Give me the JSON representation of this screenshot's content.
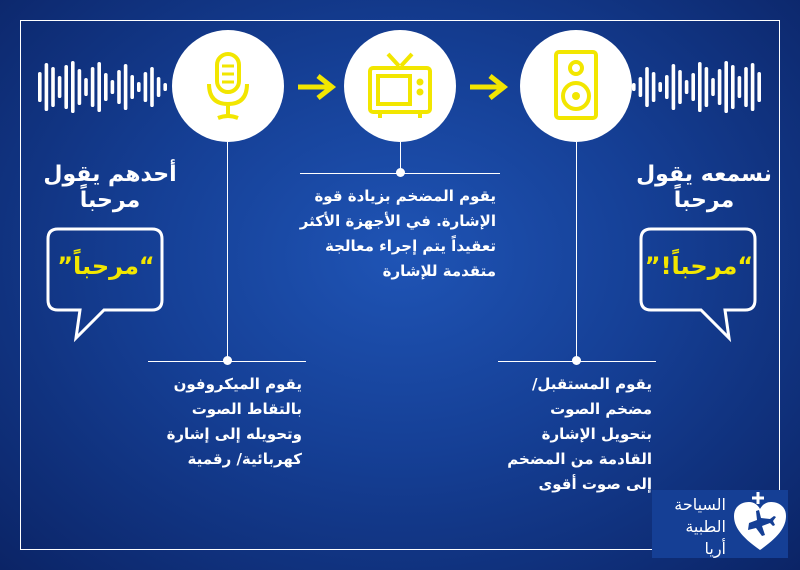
{
  "colors": {
    "accent": "#f2e600",
    "background": "#153f95",
    "line": "#ffffff"
  },
  "icons": [
    "microphone-icon",
    "tv-icon",
    "speaker-icon",
    "arrow-right-icon",
    "speech-bubble-icon",
    "heart-airplane-logo-icon"
  ],
  "left": {
    "heading_line1": "أحدهم يقول",
    "heading_line2": "مرحباً",
    "bubble": "“مرحباً”",
    "desc": [
      "يقوم الميكروفون",
      "بالتقاط الصوت",
      "وتحويله إلى إشارة",
      "كهربائية/ رقمية"
    ]
  },
  "middle": {
    "desc": [
      "يقوم المضخم بزيادة قوة",
      "الإشارة. في الأجهزة الأكثر",
      "تعقيداً يتم إجراء معالجة",
      "متقدمة للإشارة"
    ]
  },
  "right": {
    "heading_line1": "نسمعه يقول",
    "heading_line2": "مرحباً",
    "bubble": "“مرحباً!”",
    "desc": [
      "يقوم المستقبل/",
      "مضخم الصوت",
      "بتحويل الإشارة",
      "القادمة من المضخم",
      "إلى صوت أقوى"
    ]
  },
  "logo": {
    "line1": "السياحة",
    "line2": "الطبية",
    "line3": "أريا"
  }
}
